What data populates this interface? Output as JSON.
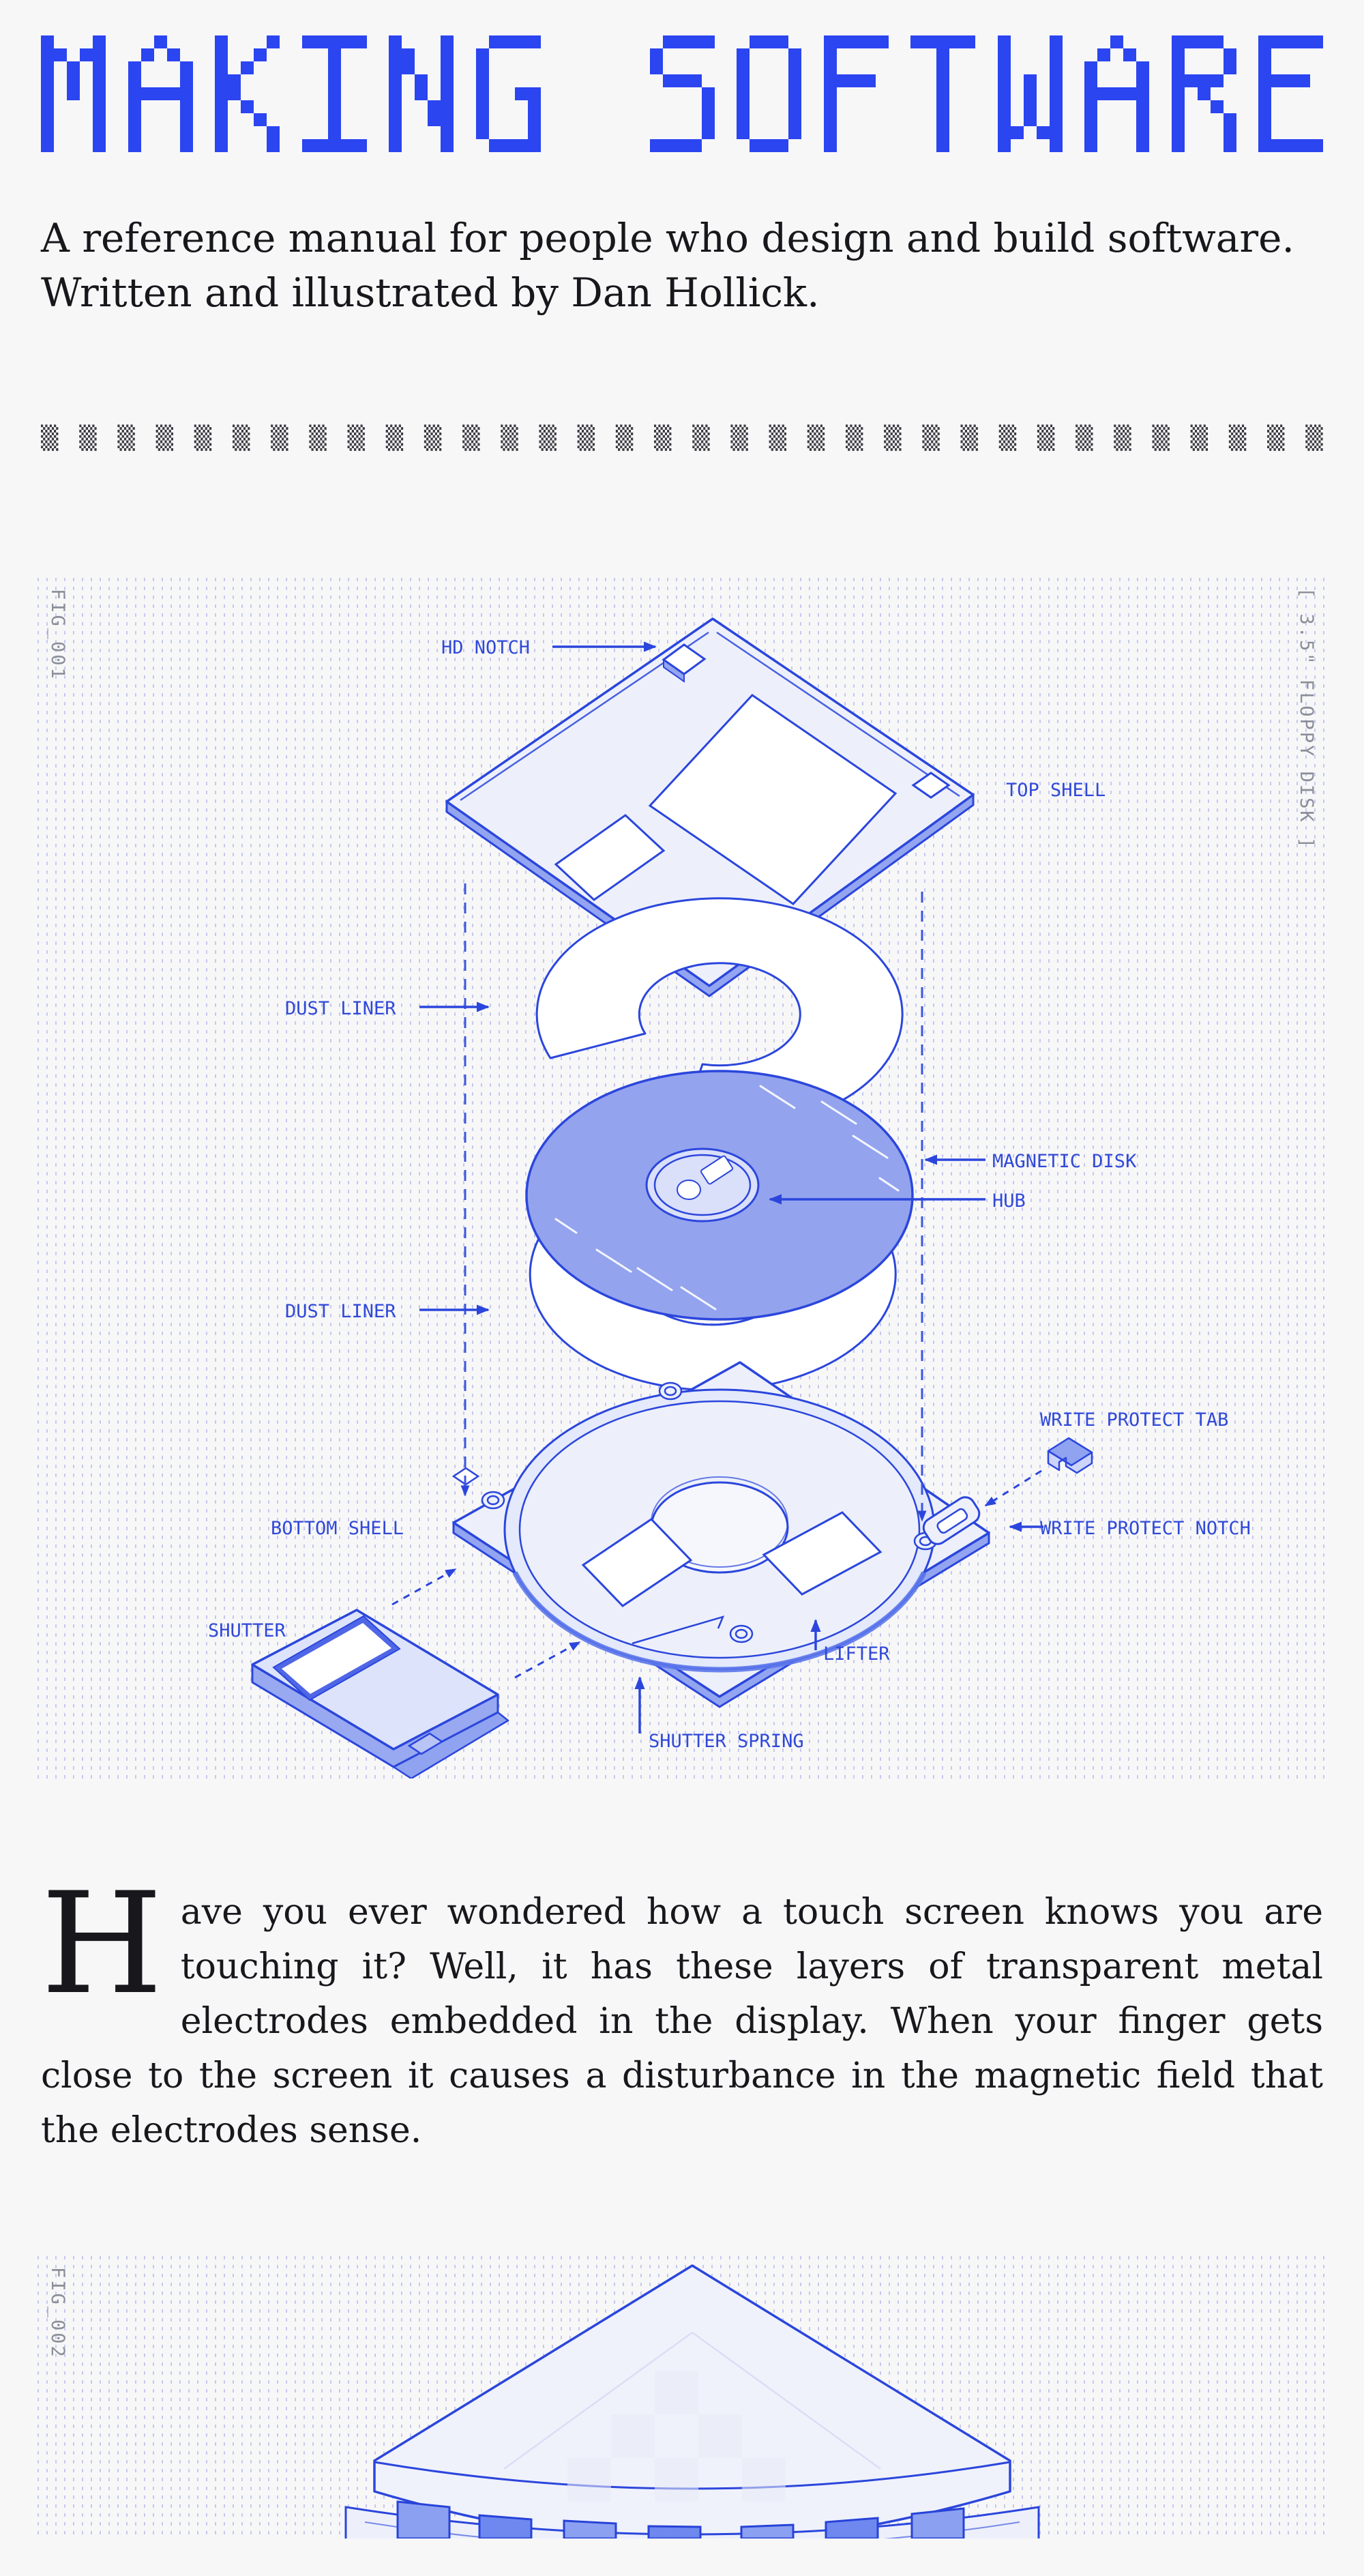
{
  "page": {
    "colors": {
      "background": "#f7f7f8",
      "accent": "#2b45f0",
      "ink": "#17171c",
      "label_gray": "#8a8e98",
      "diagram_line_blue": "#2b46dc",
      "diagram_fill_light": "#edf0fb",
      "magnetic_disk_fill": "#93a3ee",
      "annotation_blue": "#3049d8",
      "grid_dot": "#c5c9ee"
    }
  },
  "header": {
    "title": "MAKING SOFTWARE",
    "subtitle_line1": "A reference manual for people who design and build software.",
    "subtitle_line2": "Written and illustrated by Dan Hollick."
  },
  "divider": {
    "glyph": "▒",
    "count": 34
  },
  "figure1": {
    "id_label": "FIG_001",
    "side_label": "[ 3.5\" FLOPPY DISK ]",
    "annotations": [
      {
        "text": "HD NOTCH"
      },
      {
        "text": "TOP SHELL"
      },
      {
        "text": "DUST LINER"
      },
      {
        "text": "MAGNETIC DISK"
      },
      {
        "text": "HUB"
      },
      {
        "text": "DUST LINER"
      },
      {
        "text": "WRITE PROTECT TAB"
      },
      {
        "text": "WRITE PROTECT NOTCH"
      },
      {
        "text": "BOTTOM SHELL"
      },
      {
        "text": "SHUTTER"
      },
      {
        "text": "LIFTER"
      },
      {
        "text": "SHUTTER SPRING"
      }
    ]
  },
  "article": {
    "drop_cap": "H",
    "paragraph": "ave you ever wondered how a touch screen knows you are touching it? Well, it has these layers of transparent metal electrodes embedded in the display. When your finger gets close to the screen it causes a disturbance in the magnetic field that the electrodes sense."
  },
  "figure2": {
    "id_label": "FIG_002"
  }
}
